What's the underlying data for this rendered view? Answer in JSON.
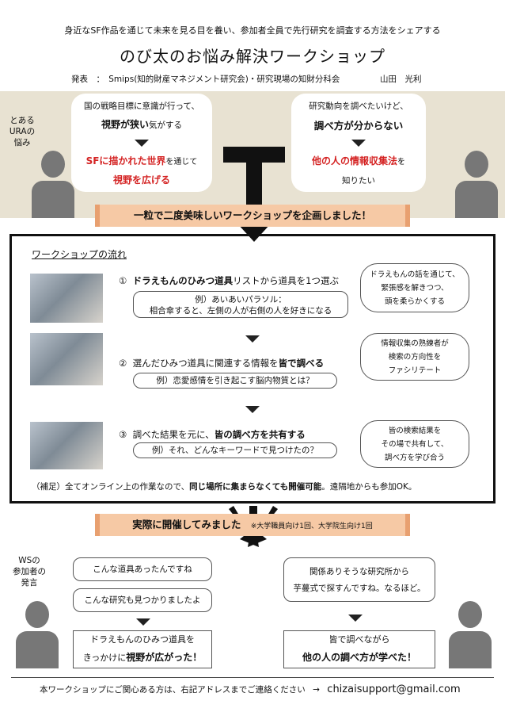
{
  "header": {
    "subtitle": "身近なSF作品を通じて未来を見る目を養い、参加者全員で先行研究を調査する方法をシェアする",
    "title": "のび太のお悩み解決ワークショップ",
    "presenter_prefix": "発表　：　Smips(知的財産マネジメント研究会)・研究現場の知財分科会",
    "presenter_name": "山田　光利"
  },
  "problems": {
    "side_label": "とある\nURAの\n悩み",
    "left": {
      "line1": "国の戦略目標に意識が行って、",
      "line2_em": "視野が狭い",
      "line2_rest": "気がする",
      "line3_em": "SFに描かれた世界",
      "line3_rest": "を通じて",
      "line4_em": "視野を広げる"
    },
    "right": {
      "line1": "研究動向を調べたいけど、",
      "line2_em": "調べ方が分からない",
      "line3_em": "他の人の情報収集法",
      "line3_rest": "を",
      "line4": "知りたい"
    }
  },
  "banner1": "一粒で二度美味しいワークショップを企画しました！",
  "flow": {
    "heading": "ワークショップの流れ",
    "steps": [
      {
        "num": "①",
        "pre": "",
        "em": "ドラえもんのひみつ道具",
        "post": "リストから道具を1つ選ぶ",
        "example": "例）あいあいパラソル：\n相合傘すると、左側の人が右側の人を好きになる",
        "note": "ドラえもんの話を通じて、\n緊張感を解きつつ、\n頭を柔らかくする"
      },
      {
        "num": "②",
        "pre": "選んだひみつ道具に関連する情報を",
        "em": "皆で調べる",
        "post": "",
        "example": "例）恋愛感情を引き起こす脳内物質とは？",
        "note": "情報収集の熟練者が\n検索の方向性を\nファシリテート"
      },
      {
        "num": "③",
        "pre": "調べた結果を元に、",
        "em": "皆の調べ方を共有する",
        "post": "",
        "example": "例）それ、どんなキーワードで見つけたの？",
        "note": "皆の検索結果を\nその場で共有して、\n調べ方を学び合う"
      }
    ],
    "footnote_pre": "（補足）全てオンライン上の作業なので、",
    "footnote_em": "同じ場所に集まらなくても開催可能",
    "footnote_post": "。遠隔地からも参加OK。"
  },
  "banner2": {
    "main": "実際に開催してみました",
    "sub": "※大学職員向け1回、大学院生向け1回"
  },
  "voices": {
    "side_label": "WSの\n参加者の\n発言",
    "left": [
      "こんな道具あったんですね",
      "こんな研究も見つかりましたよ"
    ],
    "left_result_line1": "ドラえもんのひみつ道具を",
    "left_result_pre": "きっかけに",
    "left_result_em": "視野が広がった！",
    "right": [
      "関係ありそうな研究所から",
      "芋蔓式で探すんですね。なるほど。"
    ],
    "right_result_line1": "皆で調べながら",
    "right_result_em": "他の人の調べ方が学べた！"
  },
  "footer": {
    "text": "本ワークショップにご関心ある方は、右記アドレスまでご連絡ください",
    "arrow": "→",
    "email": "chizaisupport@gmail.com"
  }
}
